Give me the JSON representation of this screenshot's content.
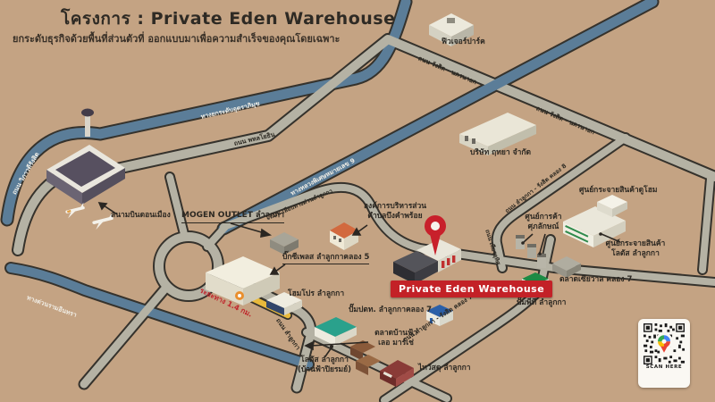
{
  "header": {
    "title": "โครงการ : Private Eden Warehouse",
    "subtitle": "ยกระดับธุรกิจด้วยพื้นที่ส่วนตัวที่ ออกแบบมาเพื่อความสำเร็จของคุณโดยเฉพาะ"
  },
  "project": {
    "badge": "Private Eden Warehouse",
    "badge_color": "#c32127",
    "pin_color": "#c8202b"
  },
  "roads": {
    "tollway": "ทางยกระดับอุตราภิมุข",
    "phahonyothin": "ถนน พหลโยธิน",
    "vibhavadi": "ถนน วิภาวดีรังสิต",
    "rangsit_nakhonnayok_1": "ถนน รังสิต - นครนายก",
    "rangsit_nakhonnayok_2": "ถนน รังสิต - นครนายก",
    "motorway9": "ทางหลวงพิเศษหมายเลข 9",
    "liab_expressway": "ถนน เลียบทางด่วนลำลูกกา",
    "ram_inthra": "ทางด่วนรามอินทรา",
    "lamlukka": "ถนน ลำลูกกา",
    "lamlukka_rangsit_klong7": "ถนน ลำลูกกา - รังสิต คลอง 7",
    "lamlukka_rangsit_klong8": "ถนน ลำลูกกา - รังสิต คลอง 8",
    "phian_uthit": "ถนน เพียรอุทิศ",
    "distance_note": "ระยะทาง 1.4 กม."
  },
  "landmarks": {
    "donmueang": "สนามบินดอนเมือง",
    "futurepark": "ฟิวเจอร์ปาร์ค",
    "mogen": "MOGEN OUTLET ลำลูกกา",
    "bigc": "บิ๊กซีเพลส ลำลูกกาคลอง 5",
    "homepro": "โฮมโปร ลำลูกกา",
    "obt_line1": "องค์การบริหารส่วน",
    "obt_line2": "ตำบลบึงคำพร้อย",
    "rithaya": "บริษัท ฤทยา จำกัด",
    "dohome": "ศูนย์กระจายสินค้าดูโฮม",
    "supphalak_line1": "ศูนย์การค้า",
    "supphalak_line2": "ศุภลักษณ์",
    "lotus_dc_line1": "ศูนย์กระจายสินค้า",
    "lotus_dc_line2": "โลตัส ลำลูกกา",
    "siawan": "ตลาดเซียวาล คลอง 7",
    "pt_station": "ปั๊มพีที ลำลูกกา",
    "ptt_station": "ปั๊มปตท. ลำลูกกาคลอง 7",
    "banfa_line1": "ตลาดบ้านฟ้า",
    "banfa_line2": "เลอ มาร์เช่",
    "lotus_banfa_line1": "โลตัส ลำลูกกา",
    "lotus_banfa_line2": "(บ้านฟ้าปิยรมย์)",
    "thaiwatsadu": "ไทวัสดุ ลำลูกกา"
  },
  "qr": {
    "caption": "SCAN HERE"
  },
  "colors": {
    "background": "#c4a383",
    "road_blue": "#5b7d98",
    "road_gray": "#b5b2a4",
    "road_casing": "#35322c",
    "highlight_yellow": "#e8b93c",
    "badge_red": "#c32127",
    "text_dark": "#2c2922"
  }
}
